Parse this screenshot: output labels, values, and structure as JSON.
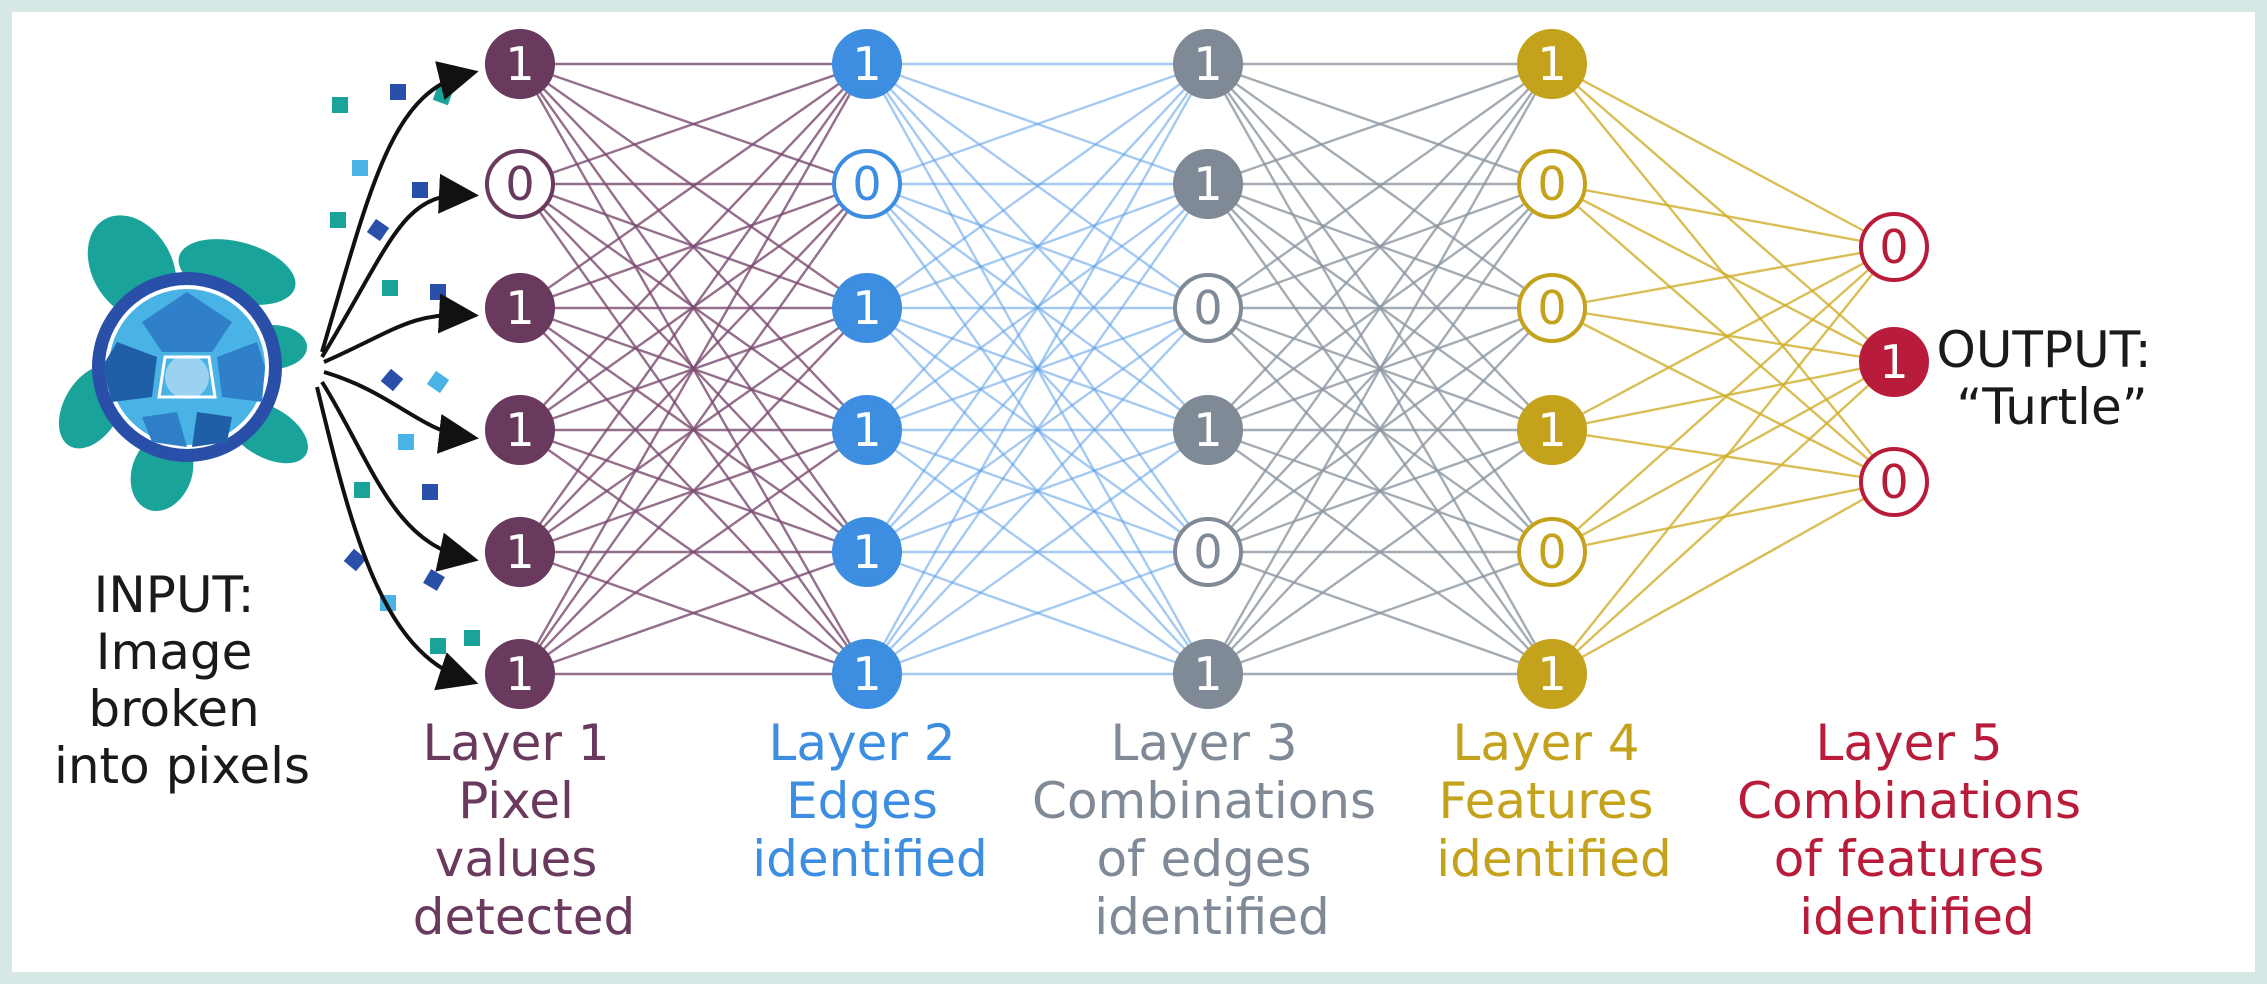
{
  "input_label": {
    "lines": [
      "INPUT:",
      "Image",
      "broken",
      "into pixels"
    ]
  },
  "output_label": {
    "lines": [
      "OUTPUT:",
      "“Turtle”"
    ]
  },
  "layers": [
    {
      "name": "layer-1",
      "color": "#6a3a5e",
      "link_color": "#7b4a6f",
      "label_lines": [
        "Layer 1",
        "Pixel",
        "values",
        "detected"
      ],
      "nodes": [
        "1",
        "0",
        "1",
        "1",
        "1",
        "1"
      ]
    },
    {
      "name": "layer-2",
      "color": "#3d8de0",
      "link_color": "#5b9ee6",
      "label_lines": [
        "Layer 2",
        "Edges",
        "identified"
      ],
      "nodes": [
        "1",
        "0",
        "1",
        "1",
        "1",
        "1"
      ]
    },
    {
      "name": "layer-3",
      "color": "#7f8a96",
      "link_color": "#8c96a1",
      "label_lines": [
        "Layer 3",
        "Combinations",
        "of edges",
        "identified"
      ],
      "nodes": [
        "1",
        "1",
        "0",
        "1",
        "0",
        "1"
      ]
    },
    {
      "name": "layer-4",
      "color": "#c4a21c",
      "link_color": "#cfae2a",
      "label_lines": [
        "Layer 4",
        "Features",
        "identified"
      ],
      "nodes": [
        "1",
        "0",
        "0",
        "1",
        "0",
        "1"
      ]
    },
    {
      "name": "layer-5",
      "color": "#b81c3a",
      "link_color": "#b81c3a",
      "label_lines": [
        "Layer 5",
        "Combinations",
        "of features",
        "identified"
      ],
      "nodes": [
        "0",
        "1",
        "0"
      ]
    }
  ],
  "icons": {
    "turtle": "sea-turtle-icon",
    "pixels": "pixel-squares",
    "arrows": "input-arrow-icon"
  },
  "colors": {
    "frame": "#d7e7e6",
    "text_dark": "#1a1a1a",
    "turtle_green": "#1aa39a",
    "pixel_teal": "#1aa39a",
    "pixel_dark_blue": "#2a4fa8",
    "pixel_light_blue": "#4ab3e6"
  }
}
